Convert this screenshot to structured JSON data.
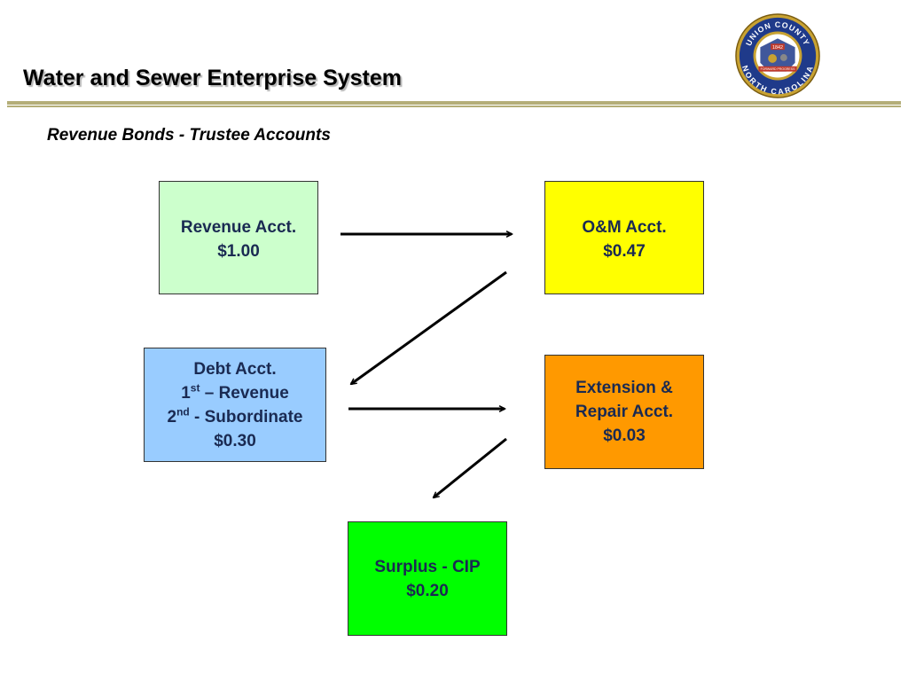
{
  "header": {
    "title": "Water and Sewer Enterprise System",
    "subtitle": "Revenue Bonds - Trustee Accounts"
  },
  "seal": {
    "top_text": "UNION COUNTY",
    "bottom_text": "NORTH CAROLINA",
    "year": "1842",
    "banner": "FORWARD PROGRESS"
  },
  "boxes": {
    "revenue": {
      "line1": "Revenue Acct.",
      "amount": "$1.00"
    },
    "om": {
      "line1": "O&M Acct.",
      "amount": "$0.47"
    },
    "debt": {
      "line1": "Debt Acct.",
      "line2_num": "1",
      "line2_sup": "st",
      "line2_text": " – Revenue",
      "line3_num": "2",
      "line3_sup": "nd",
      "line3_text": " - Subordinate",
      "amount": "$0.30"
    },
    "extension": {
      "line1": "Extension &",
      "line2": "Repair Acct.",
      "amount": "$0.03"
    },
    "surplus": {
      "line1": "Surplus - CIP",
      "amount": "$0.20"
    }
  },
  "colors": {
    "revenue_fill": "#ccffcc",
    "om_fill": "#ffff00",
    "debt_fill": "#99ccff",
    "extension_fill": "#ff9900",
    "surplus_fill": "#00ff00",
    "text": "#1a2a52",
    "rule": "#b4ae78",
    "seal_blue": "#1f3a8a",
    "seal_gold": "#c8a232"
  }
}
